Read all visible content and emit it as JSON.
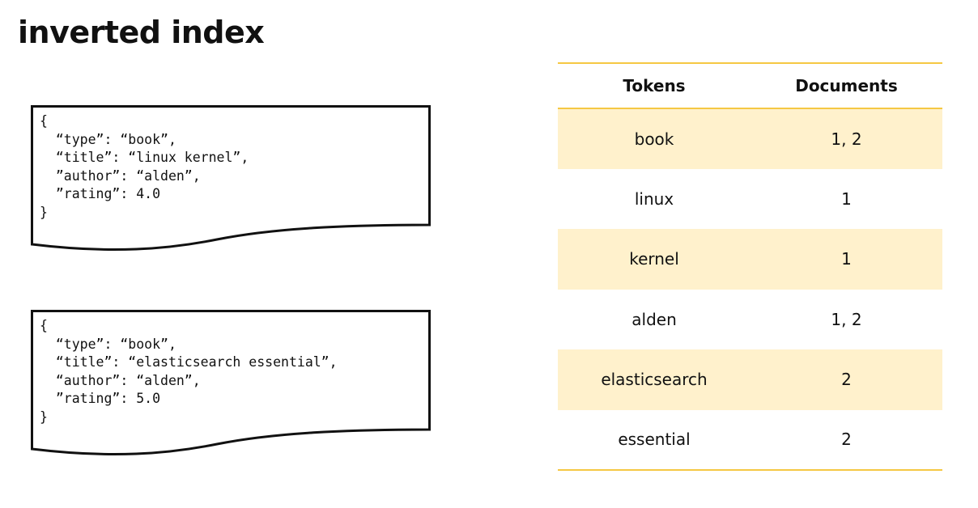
{
  "title": "inverted index",
  "documents": [
    {
      "lines": [
        "{",
        "  “type”: “book”,",
        "  “title”: “linux kernel”,",
        "  ”author”: “alden”,",
        "  ”rating”: 4.0",
        "}"
      ]
    },
    {
      "lines": [
        "{",
        "  “type”: “book”,",
        "  “title”: “elasticsearch essential”,",
        "  “author”: “alden”,",
        "  ”rating”: 5.0",
        "}"
      ]
    }
  ],
  "table": {
    "headers": {
      "tokens": "Tokens",
      "documents": "Documents"
    },
    "rows": [
      {
        "token": "book",
        "documents": "1, 2"
      },
      {
        "token": "linux",
        "documents": "1"
      },
      {
        "token": "kernel",
        "documents": "1"
      },
      {
        "token": "alden",
        "documents": "1, 2"
      },
      {
        "token": "elasticsearch",
        "documents": "2"
      },
      {
        "token": "essential",
        "documents": "2"
      }
    ]
  },
  "colors": {
    "accent_line": "#f5c843",
    "row_highlight": "#fff1cc",
    "text": "#111111"
  }
}
